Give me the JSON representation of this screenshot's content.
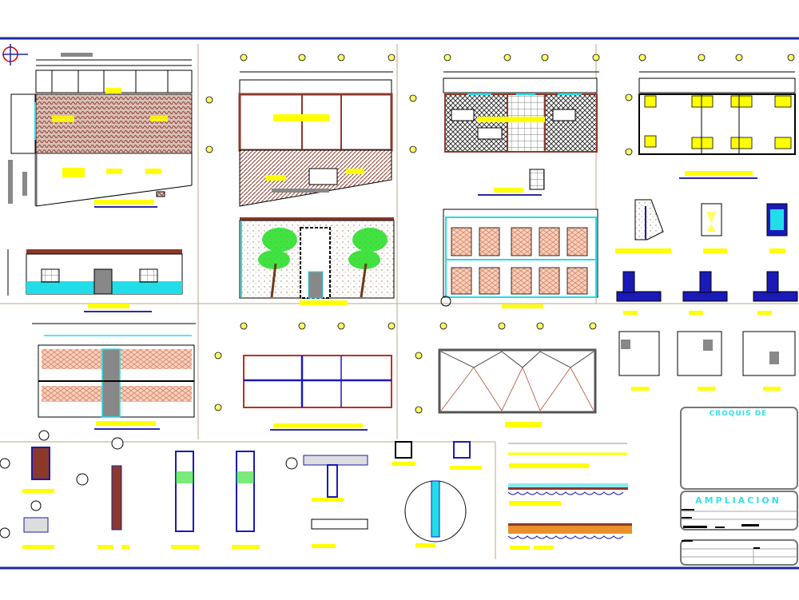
{
  "sheet": {
    "type": "architectural-cad-drawing-sheet",
    "border_color": "#1a2aa0",
    "colors": {
      "label_highlight": "#ffff00",
      "label_underline": "#2a2aa8",
      "hatch": "#8b3a2a",
      "cyan": "#22dde8",
      "tree_green": "#22dd22",
      "grid_bubble": "#ffff66",
      "brick": "#e8a080",
      "structure_blue": "#1a1ab8",
      "slab_orange": "#e8902a"
    }
  },
  "title_block": {
    "heading_1": "CROQUIS DE",
    "heading_2": "AMPLIACION"
  },
  "drawings": [
    {
      "id": "floor-plan-existing",
      "label": ""
    },
    {
      "id": "floor-plan-first",
      "label": ""
    },
    {
      "id": "floor-plan-second",
      "label": ""
    },
    {
      "id": "foundation-plan",
      "label": ""
    },
    {
      "id": "front-elevation-simple",
      "label": ""
    },
    {
      "id": "front-elevation-trees",
      "label": ""
    },
    {
      "id": "rear-elevation",
      "label": ""
    },
    {
      "id": "section-longitudinal",
      "label": ""
    },
    {
      "id": "beam-plan",
      "label": ""
    },
    {
      "id": "roof-truss-plan",
      "label": ""
    },
    {
      "id": "footing-details",
      "label": ""
    },
    {
      "id": "connection-details",
      "label": ""
    },
    {
      "id": "slab-details",
      "label": ""
    }
  ]
}
